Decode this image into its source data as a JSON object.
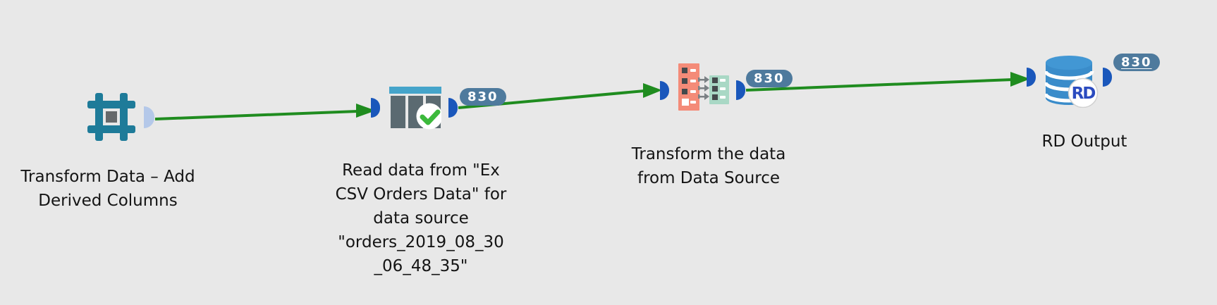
{
  "canvas": {
    "background": "#e8e8e8",
    "type": "data-pipeline-workflow"
  },
  "nodes": [
    {
      "id": "transform-derived",
      "icon": "shaper-frame-icon",
      "label": "Transform Data – Add\nDerived Columns",
      "badge": null
    },
    {
      "id": "read-data",
      "icon": "dataset-table-check-icon",
      "label": "Read data from \"Ex\nCSV Orders Data\" for\ndata source\n\"orders_2019_08_30\n_06_48_35\"",
      "badge": "830"
    },
    {
      "id": "transform-mapper",
      "icon": "column-mapping-icon",
      "label": "Transform the data\nfrom Data Source",
      "badge": "830"
    },
    {
      "id": "rd-output",
      "icon": "database-cylinder-icon",
      "logo_text": "RD",
      "label": "RD Output",
      "badge": "830",
      "badge_underlined": true
    }
  ],
  "connections": [
    {
      "from": "transform-derived",
      "to": "read-data",
      "style": "green-arrow"
    },
    {
      "from": "read-data",
      "to": "transform-mapper",
      "style": "green-arrow"
    },
    {
      "from": "transform-mapper",
      "to": "rd-output",
      "style": "green-arrow"
    }
  ],
  "colors": {
    "background": "#e8e8e8",
    "flow_line_green": "#1f8c1f",
    "port_active_blue": "#1a57bb",
    "port_idle_periwinkle": "#b4c8e9",
    "badge_slate_blue": "#4e7a9d",
    "icon_teal": "#1e7b99",
    "icon_center_gray": "#66696b",
    "table_header_blue": "#45a4ca",
    "table_column_gray": "#5b6a71",
    "check_green": "#3cb93c",
    "mapper_salmon": "#f48b78",
    "mapper_mint": "#a9d8c5",
    "database_blue": "#3a8cca",
    "rd_logo_blue": "#2b4bbf",
    "label_text": "#141414"
  }
}
